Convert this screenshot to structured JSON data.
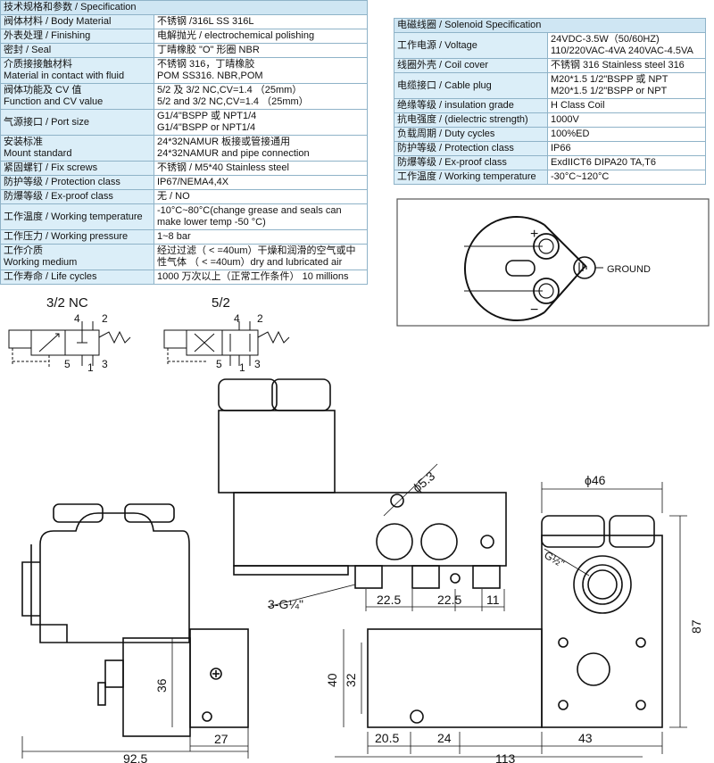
{
  "spec": {
    "title": "技术规格和参数 / Specification",
    "rows": [
      {
        "k": "阀体材料 /  Body Material",
        "v": "不锈钢 /316L SS 316L"
      },
      {
        "k": "外表处理 / Finishing",
        "v": "电解抛光 /  electrochemical polishing"
      },
      {
        "k": "密封 / Seal",
        "v": "丁晴橡胶 \"O\" 形圈 NBR"
      },
      {
        "k": "介质接接触材料\nMaterial in contact with fluid",
        "v": "不锈钢 316，丁晴橡胶\nPOM SS316. NBR,POM"
      },
      {
        "k": "阀体功能及 CV 值\nFunction and CV value",
        "v": "5/2 及 3/2 NC,CV=1.4 （25mm）\n5/2 and 3/2 NC,CV=1.4 （25mm）"
      },
      {
        "k": "气源接口 / Port  size",
        "v": "G1/4\"BSPP 或 NPT1/4\nG1/4\"BSPP or NPT1/4"
      },
      {
        "k": "安装标准\nMount  standard",
        "v": "24*32NAMUR 板接或管接通用\n24*32NAMUR and pipe connection"
      },
      {
        "k": "紧固螺钉 / Fix screws",
        "v": "不锈钢 / M5*40 Stainless steel"
      },
      {
        "k": "防护等级 / Protection class",
        "v": "IP67/NEMA4,4X"
      },
      {
        "k": "防爆等级 / Ex-proof class",
        "v": "无 / NO"
      },
      {
        "k": "工作温度 / Working temperature",
        "v": "-10°C~80°C(change grease and seals can make lower temp -50 °C)"
      },
      {
        "k": "工作压力 / Working pressure",
        "v": "1~8 bar"
      },
      {
        "k": "工作介质\nWorking medium",
        "v": "经过过滤（ < =40um）干燥和润滑的空气或中性气体 （ < =40um）dry and lubricated air"
      },
      {
        "k": "工作寿命 / Life cycles",
        "v": "1000 万次以上（正常工作条件） 10 millions"
      }
    ]
  },
  "solenoid": {
    "title": "电磁线圈 / Solenoid Specification",
    "rows": [
      {
        "k": "工作电源 / Voltage",
        "v": "24VDC-3.5W（50/60HZ)\n110/220VAC-4VA 240VAC-4.5VA"
      },
      {
        "k": "线圈外壳 / Coil cover",
        "v": "不锈钢 316  Stainless steel 316"
      },
      {
        "k": "电缆接口 / Cable plug",
        "v": "M20*1.5 1/2\"BSPP 或 NPT\nM20*1.5 1/2\"BSPP or  NPT"
      },
      {
        "k": "绝缘等级 / insulation grade",
        "v": "H Class Coil"
      },
      {
        "k": "抗电强度 / (dielectric strength)",
        "v": "1000V"
      },
      {
        "k": "负载周期 / Duty cycles",
        "v": "100%ED"
      },
      {
        "k": "防护等级 / Protection class",
        "v": "IP66"
      },
      {
        "k": "防爆等级 / Ex-proof class",
        "v": "ExdIICT6 DIPA20 TA,T6"
      },
      {
        "k": "工作温度 / Working temperature",
        "v": "-30°C~120°C"
      }
    ]
  },
  "wiring": {
    "ground_label": "GROUND",
    "plus": "+",
    "minus": "−"
  },
  "symbols": {
    "left_title": "3/2 NC",
    "right_title": "5/2",
    "left_ports": {
      "p4": "4",
      "p2": "2",
      "p5": "5",
      "p1": "1",
      "p3": "3"
    },
    "right_ports": {
      "p4": "4",
      "p2": "2",
      "p5": "5",
      "p1": "1",
      "p3": "3"
    }
  },
  "dims": {
    "d92_5": "92.5",
    "d27": "27",
    "d36": "36",
    "d5_3": "ϕ5.3",
    "port": "3-G¼\"",
    "d22_5a": "22.5",
    "d22_5b": "22.5",
    "d11": "11",
    "d40": "40",
    "d32": "32",
    "d20_5": "20.5",
    "d24": "24",
    "d113": "113",
    "d46": "ϕ46",
    "d87": "87",
    "d43": "43",
    "g12": "G½\""
  }
}
